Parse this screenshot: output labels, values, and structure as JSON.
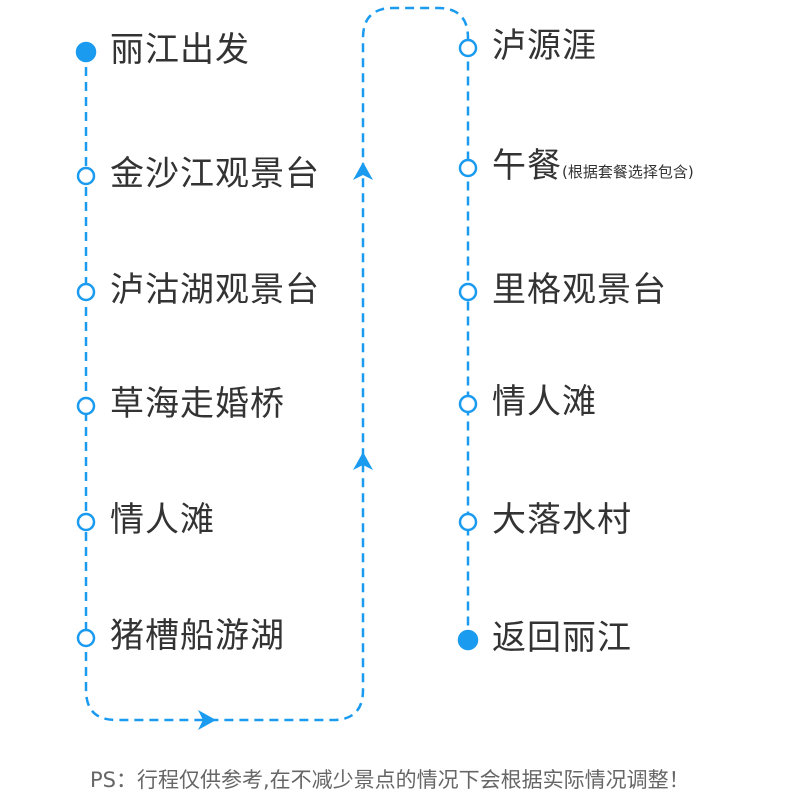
{
  "accent_color": "#1a9bf0",
  "left_column": [
    {
      "label": "丽江出发",
      "type": "filled"
    },
    {
      "label": "金沙江观景台",
      "type": "hollow"
    },
    {
      "label": "泸沽湖观景台",
      "type": "hollow"
    },
    {
      "label": "草海走婚桥",
      "type": "hollow"
    },
    {
      "label": "情人滩",
      "type": "hollow"
    },
    {
      "label": "猪槽船游湖",
      "type": "hollow"
    }
  ],
  "right_column": [
    {
      "label": "泸源涯",
      "type": "hollow"
    },
    {
      "label": "午餐",
      "note": "(根据套餐选择包含)",
      "type": "hollow"
    },
    {
      "label": "里格观景台",
      "type": "hollow"
    },
    {
      "label": "情人滩",
      "type": "hollow"
    },
    {
      "label": "大落水村",
      "type": "hollow"
    },
    {
      "label": "返回丽江",
      "type": "filled"
    }
  ],
  "footer": "PS：行程仅供参考,在不减少景点的情况下会根据实际情况调整！"
}
